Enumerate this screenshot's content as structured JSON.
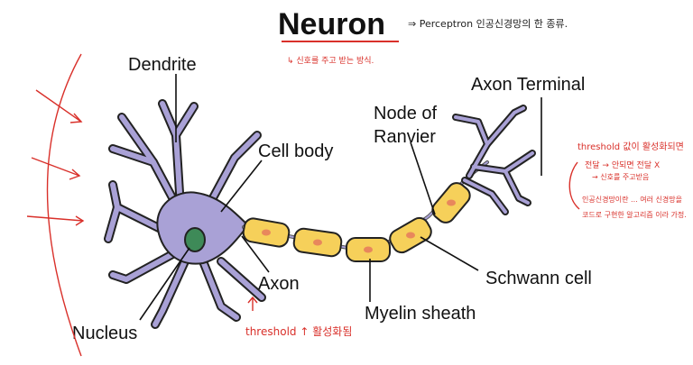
{
  "title": "Neuron",
  "labels": {
    "dendrite": "Dendrite",
    "cell_body": "Cell body",
    "nucleus": "Nucleus",
    "axon": "Axon",
    "node_of_ranvier_1": "Node of",
    "node_of_ranvier_2": "Ranvier",
    "axon_terminal": "Axon Terminal",
    "schwann_cell": "Schwann cell",
    "myelin_sheath": "Myelin sheath"
  },
  "annotations": {
    "perceptron_note": "⇒ Perceptron 인공신경망의 한 종류.",
    "signal_note": "↳ 신호를 주고 받는 방식.",
    "threshold_bottom": "threshold ↑ 활성화됨",
    "right_note_1": "threshold 값이 활성화되면",
    "right_note_2": "전달 → 안되면 전달 X",
    "right_note_3": "→ 신호를 주고받음",
    "right_note_4": "인공신경망이란 ... 여러 신경망을",
    "right_note_5": "코드로 구현한 알고리즘 이라 가정."
  },
  "colors": {
    "neuron_fill": "#a9a1d6",
    "myelin_fill": "#f6d05a",
    "node_dot": "#e8875c",
    "nucleus_fill": "#3e8a58",
    "annotation_red": "#d9302a"
  }
}
